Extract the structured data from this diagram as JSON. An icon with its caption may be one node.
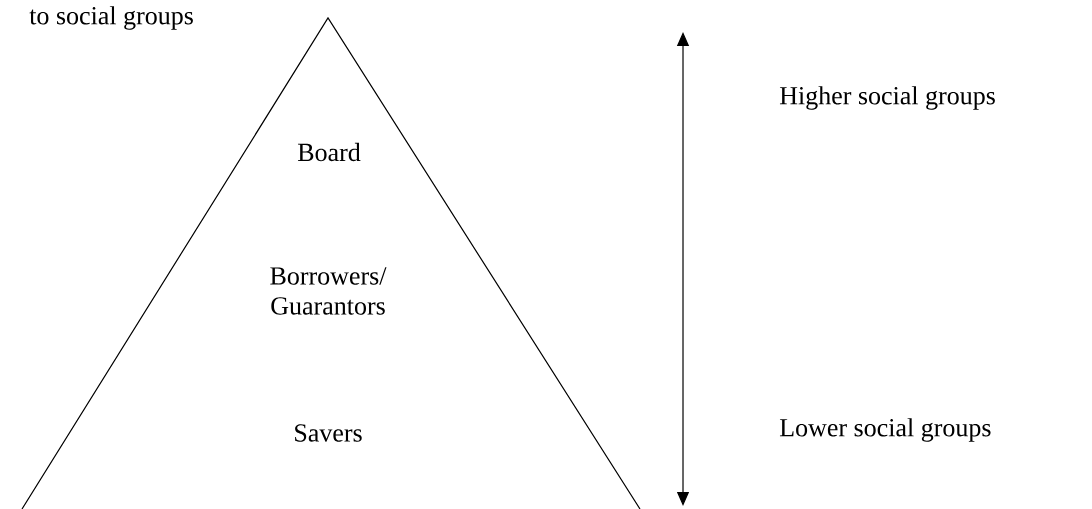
{
  "diagram": {
    "nodes": [
      {
        "text": [
          "Board",
          "Borrowers/ Guarantors",
          "Savers"
        ]
      }
    ],
    "edges": [],
    "labels": [
      "to social groups",
      "Higher social groups",
      "Lower social groups"
    ]
  }
}
